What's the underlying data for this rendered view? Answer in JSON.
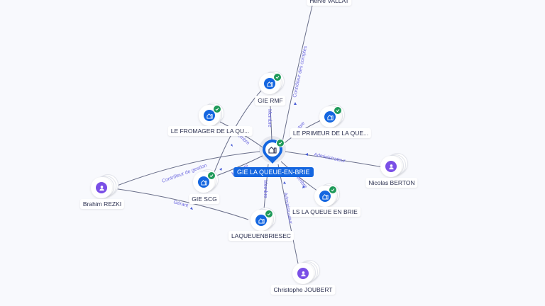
{
  "center": {
    "name": "GIE LA QUEUE-EN-BRIE",
    "type": "company",
    "verified": true,
    "icon": "building-icon"
  },
  "nodes": [
    {
      "id": "herve",
      "name": "Hervé VALLAT",
      "type": "person",
      "icon": "person-icon"
    },
    {
      "id": "gie-rmf",
      "name": "GIE RMF",
      "type": "company",
      "verified": true,
      "icon": "building-icon"
    },
    {
      "id": "fromager",
      "name": "LE FROMAGER DE LA QU...",
      "type": "company",
      "verified": true,
      "icon": "building-icon"
    },
    {
      "id": "primeur",
      "name": "LE PRIMEUR DE LA QUE...",
      "type": "company",
      "verified": true,
      "icon": "building-icon"
    },
    {
      "id": "nicolas",
      "name": "Nicolas BERTON",
      "type": "person",
      "icon": "person-icon"
    },
    {
      "id": "brahim",
      "name": "Brahim REZKI",
      "type": "person",
      "icon": "person-icon"
    },
    {
      "id": "gie-scg",
      "name": "GIE SCG",
      "type": "company",
      "verified": true,
      "icon": "building-icon"
    },
    {
      "id": "ls",
      "name": "LS LA QUEUE EN BRIE",
      "type": "company",
      "verified": true,
      "icon": "building-icon"
    },
    {
      "id": "laqueuenbriesec",
      "name": "LAQUEUENBRIESEC",
      "type": "company",
      "verified": true,
      "icon": "building-icon"
    },
    {
      "id": "christophe",
      "name": "Christophe JOUBERT",
      "type": "person",
      "icon": "person-icon"
    }
  ],
  "edges": [
    {
      "from": "herve",
      "to": "center",
      "label": "Contrôleur des comptes"
    },
    {
      "from": "gie-rmf",
      "to": "center",
      "label": "Membre"
    },
    {
      "from": "fromager",
      "to": "center",
      "label": "Membre"
    },
    {
      "from": "primeur",
      "to": "center",
      "label": "Membre"
    },
    {
      "from": "nicolas",
      "to": "center",
      "label": "Administrateur"
    },
    {
      "from": "brahim",
      "to": "center",
      "label": "Contrôleur de gestion"
    },
    {
      "from": "brahim",
      "to": "laqueuenbriesec",
      "label": "Gérant"
    },
    {
      "from": "gie-scg",
      "to": "center",
      "label": "Membre"
    },
    {
      "from": "ls",
      "to": "center",
      "label": "Membre"
    },
    {
      "from": "laqueuenbriesec",
      "to": "center",
      "label": "Membre"
    },
    {
      "from": "christophe",
      "to": "center",
      "label": "Administrateur"
    }
  ],
  "colors": {
    "company": "#1466e0",
    "person": "#7a4fe6",
    "verified": "#1f9a5a",
    "edge": "#6a6f8a",
    "edge_label": "#6f6be0"
  }
}
